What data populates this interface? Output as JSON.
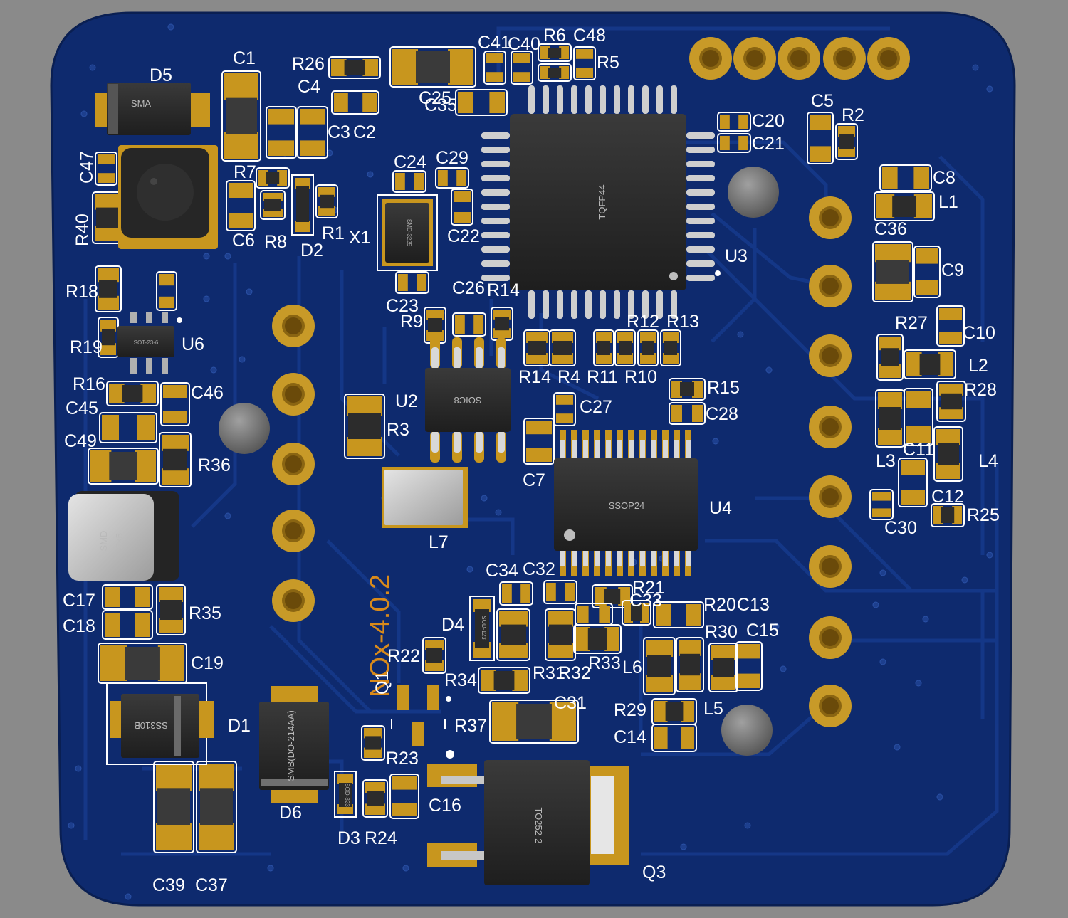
{
  "board": {
    "version_label": "NOx-4.0.2",
    "colors": {
      "background": "#8a8a8a",
      "board": "#0e2a6e",
      "trace": "#143684",
      "pad": "#c8961e",
      "body": "#2e2e2e",
      "silk": "#ffffff",
      "version": "#d98a1a"
    }
  },
  "designators": {
    "D5": "D5",
    "C1": "C1",
    "R26": "R26",
    "C4": "C4",
    "C41": "C41",
    "C40": "C40",
    "R6": "R6",
    "C48": "C48",
    "R5": "R5",
    "C25": "C25",
    "C35": "C35",
    "C3": "C3",
    "C2": "C2",
    "C5": "C5",
    "R2": "R2",
    "C20": "C20",
    "C21": "C21",
    "C47": "C47",
    "R40": "R40",
    "R7": "R7",
    "C6": "C6",
    "R8": "R8",
    "D2": "D2",
    "R1": "R1",
    "X1": "X1",
    "C24": "C24",
    "C29": "C29",
    "C22": "C22",
    "C23": "C23",
    "C26": "C26",
    "R17": "R14",
    "C8": "C8",
    "L1": "L1",
    "C36": "C36",
    "C9": "C9",
    "U3": "U3",
    "R18": "R18",
    "R19": "R19",
    "U6": "U6",
    "R9": "R9",
    "R12": "R12",
    "R13": "R13",
    "R27": "R27",
    "C10": "C10",
    "L2": "L2",
    "R28": "R28",
    "R14": "R14",
    "R4": "R4",
    "R11": "R11",
    "R10": "R10",
    "R16": "R16",
    "C45": "C45",
    "C46": "C46",
    "U2": "U2",
    "R15": "R15",
    "C28": "C28",
    "C27": "C27",
    "R3": "R3",
    "C49": "C49",
    "R36": "R36",
    "L3": "L3",
    "C11": "C11",
    "L4": "L4",
    "C7": "C7",
    "C12": "C12",
    "R25": "R25",
    "C30": "C30",
    "U4": "U4",
    "L7": "L7",
    "C34": "C34",
    "C32": "C32",
    "R21": "R21",
    "C33": "C33",
    "R20": "R20",
    "C13": "C13",
    "C17": "C17",
    "C18": "C18",
    "R35": "R35",
    "D4": "D4",
    "R30": "R30",
    "C15": "C15",
    "C19": "C19",
    "R22": "R22",
    "R31": "R31",
    "R32": "R32",
    "R33": "R33",
    "L6": "L6",
    "R34": "R34",
    "Q1": "Q1",
    "C31": "C31",
    "R29": "R29",
    "L5": "L5",
    "D1": "D1",
    "R37": "R37",
    "C14": "C14",
    "R23": "R23",
    "D6": "D6",
    "C16": "C16",
    "D3": "D3",
    "R24": "R24",
    "Q3": "Q3",
    "C39": "C39",
    "C37": "C37"
  },
  "package_labels": {
    "sma": "SMA",
    "tqfp44": "TQFP44",
    "smd3225": "SMD-3225",
    "sot236": "SOT-23-6",
    "soic8": "SOIC8",
    "ssop24": "SSOP24",
    "smd5x5_line1": "SMD",
    "smd5x5_line2": "5×5",
    "ss310b": "SS310B",
    "smb": "SMB(DO-214AA)",
    "to252": "TO252-2",
    "sod123": "SOD-123",
    "sod323": "SOD-323"
  }
}
